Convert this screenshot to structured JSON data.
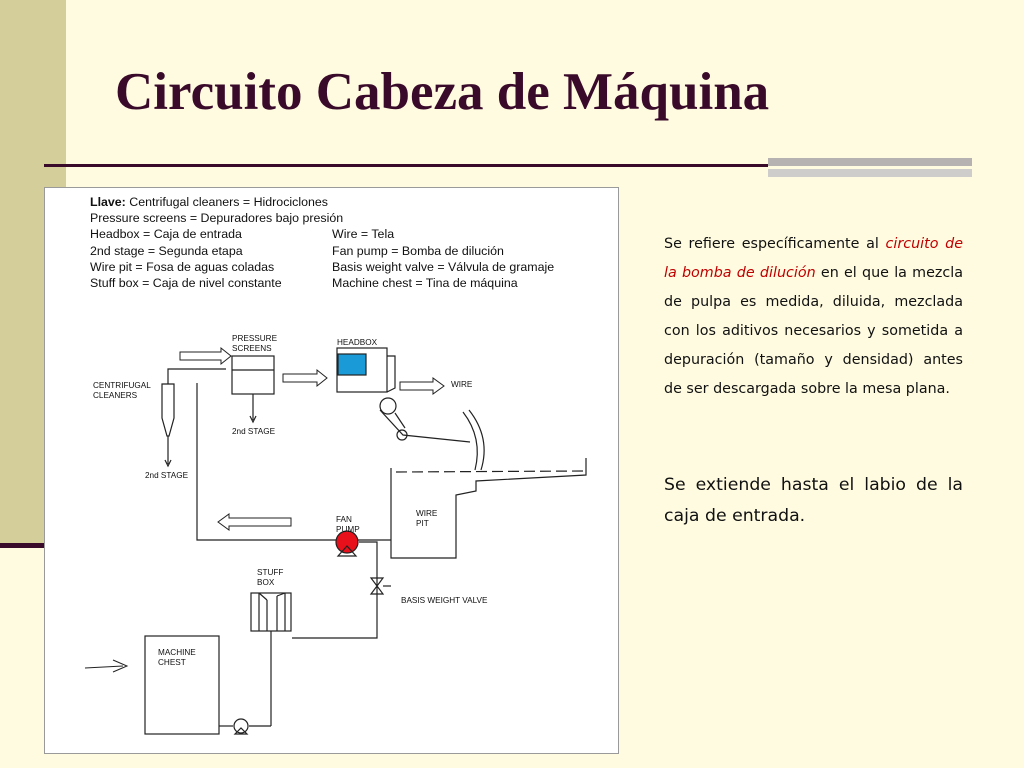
{
  "slide": {
    "title": "Circuito Cabeza de Máquina",
    "colors": {
      "accent": "#3a0a2a",
      "band": "#d4cf9a",
      "background": "#fffbe0",
      "highlight": "#c00000",
      "headbox_fill": "#1a9ad6",
      "fan_pump_fill": "#e8101a"
    }
  },
  "key": {
    "heading": "Llave:",
    "rows": [
      {
        "left": "Centrifugal cleaners = Hidrociclones",
        "right": ""
      },
      {
        "left": "Pressure screens = Depuradores bajo presión",
        "right": ""
      },
      {
        "left": "Headbox = Caja de entrada",
        "right": "Wire = Tela"
      },
      {
        "left": "2nd stage = Segunda etapa",
        "right": "Fan pump = Bomba de dilución"
      },
      {
        "left": "Wire pit = Fosa de aguas coladas",
        "right": "Basis weight valve = Válvula de gramaje"
      },
      {
        "left": "Stuff box = Caja de nivel constante",
        "right": "Machine chest = Tina de máquina"
      }
    ]
  },
  "diagram_labels": {
    "pressure_screens": "PRESSURE\nSCREENS",
    "headbox": "HEADBOX",
    "centrifugal_cleaners": "CENTRIFUGAL\nCLEANERS",
    "wire": "WIRE",
    "second_stage_screens": "2nd STAGE",
    "second_stage_cleaners": "2nd STAGE",
    "fan_pump": "FAN\nPUMP",
    "wire_pit": "WIRE\nPIT",
    "stuff_box": "STUFF\nBOX",
    "basis_weight_valve": "BASIS WEIGHT VALVE",
    "machine_chest": "MACHINE\nCHEST"
  },
  "text": {
    "p1_before": "Se refiere específicamente al ",
    "p1_highlight": "circuito de la bomba de dilución",
    "p1_after": " en el que la mezcla de pulpa es medida, diluida, mezclada con los aditivos necesarios y sometida a depuración (tamaño y densidad) antes de ser descargada sobre la mesa plana.",
    "p2": "Se extiende hasta el labio de la caja de entrada."
  }
}
